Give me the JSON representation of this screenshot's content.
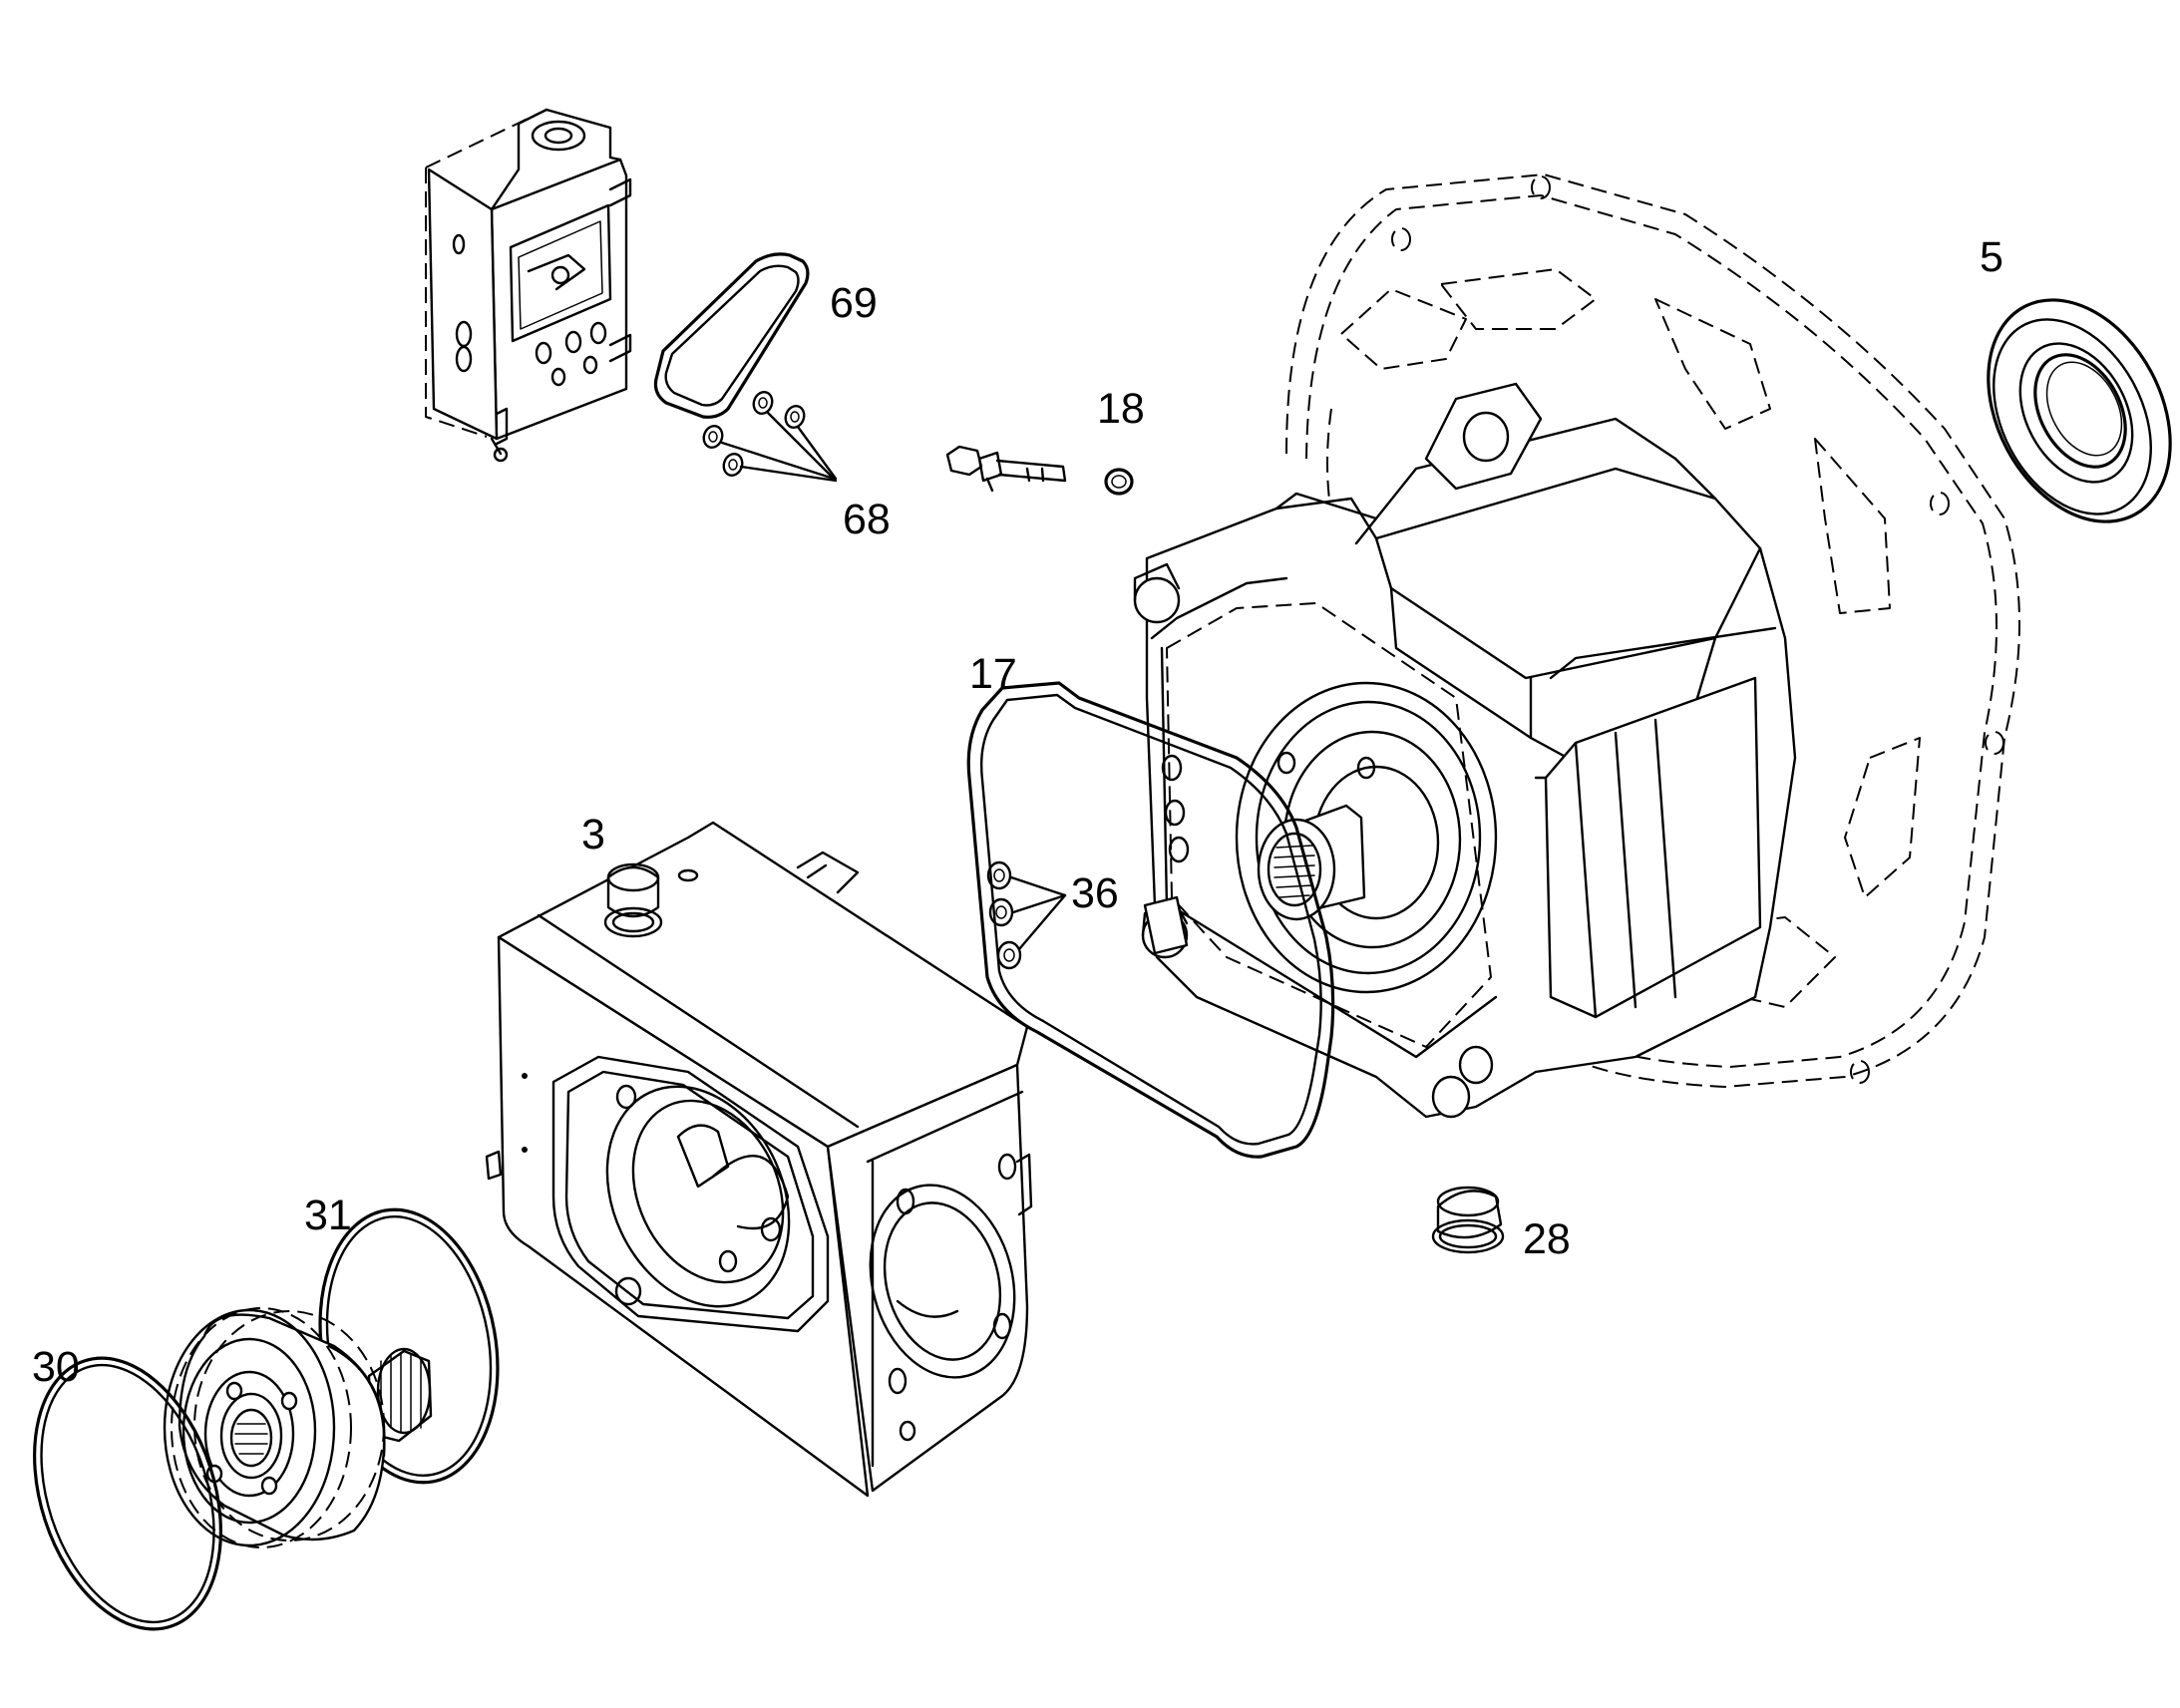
{
  "diagram": {
    "labels": {
      "p3": "3",
      "p5": "5",
      "p17": "17",
      "p18": "18",
      "p28": "28",
      "p30": "30",
      "p31": "31",
      "p36": "36",
      "p68": "68",
      "p69": "69"
    },
    "line_color": "#000000",
    "background": "#ffffff"
  }
}
